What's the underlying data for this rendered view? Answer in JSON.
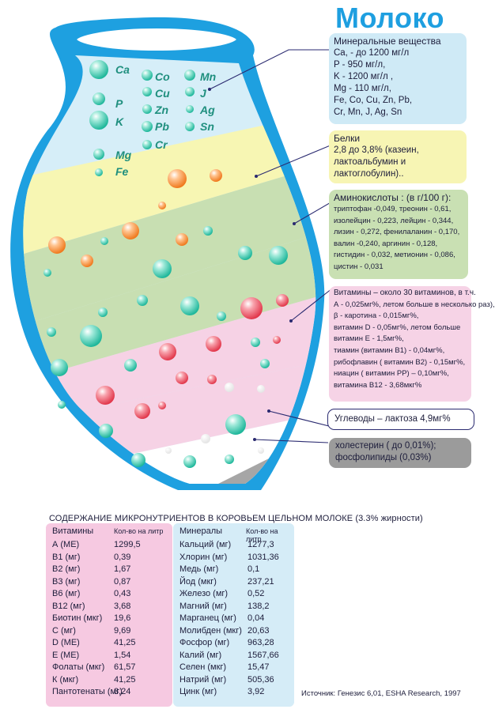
{
  "title": "Молоко",
  "elements": [
    "Ca",
    "P",
    "K",
    "Mg",
    "Fe",
    "Co",
    "Cu",
    "Zn",
    "Pb",
    "Cr",
    "Mn",
    "J",
    "Ag",
    "Sn"
  ],
  "boxes": {
    "minerals": {
      "head": "Минеральные вещества",
      "lines": [
        "Ca, - до 1200 мг/л",
        "P - 950 мг/л,",
        "K - 1200 мг/л ,",
        "Mg - 110 мг/л,",
        "Fe, Co, Cu, Zn, Pb,",
        "Cr, Mn, J, Ag, Sn"
      ]
    },
    "proteins": {
      "head": "Белки",
      "lines": [
        "2,8 до 3,8% (казеин,",
        "лактоальбумин и",
        "лактоглобулин).."
      ]
    },
    "amino": {
      "head": "Аминокислоты : (в г/100 г):",
      "lines": [
        "триптофан -0,049, треонин - 0,61,",
        "изолейцин - 0,223, лейцин - 0,344,",
        "лизин - 0,272, фенилаланин - 0,170,",
        "валин -0,240, аргинин - 0,128,",
        "гистидин - 0,032, метионин - 0,086,",
        "цистин - 0,031"
      ]
    },
    "vitamins": {
      "head": "Витамины – около 30 витаминов, в т.ч.",
      "lines": [
        "А - 0,025мг%, летом больше в несколько раз),",
        "β - каротина - 0,015мг%,",
        "витамин D - 0,05мг%, летом больше",
        "витамин Е - 1,5мг%,",
        "тиамин (витамин В1) - 0,04мг%,",
        "рибофлавин ( витамин В2) - 0,15мг%,",
        "ниацин ( витамин РР) – 0,10мг%,",
        "витамина В12 - 3,68мкг%"
      ]
    },
    "carbs": {
      "text": "Углеводы – лактоза 4,9мг%"
    },
    "fats": {
      "lines": [
        "холестерин ( до 0,01%);",
        "фосфолипиды (0,03%)"
      ]
    }
  },
  "micro_title": "СОДЕРЖАНИЕ МИКРОНУТРИЕНТОВ В КОРОВЬЕМ ЦЕЛЬНОМ МОЛОКЕ (3.3% жирности)",
  "vitamins_table": {
    "header": [
      "Витамины",
      "Кол-во на литр"
    ],
    "rows": [
      [
        "А (МЕ)",
        "1299,5"
      ],
      [
        "В1 (мг)",
        "0,39"
      ],
      [
        "В2 (мг)",
        "1,67"
      ],
      [
        "В3 (мг)",
        "0,87"
      ],
      [
        "В6 (мг)",
        "0,43"
      ],
      [
        "В12 (мг)",
        "3,68"
      ],
      [
        "Биотин (мкг)",
        "19,6"
      ],
      [
        "С (мг)",
        "9,69"
      ],
      [
        "D (МЕ)",
        "41,25"
      ],
      [
        "Е (МЕ)",
        "1,54"
      ],
      [
        "Фолаты (мкг)",
        "61,57"
      ],
      [
        "К (мкг)",
        "41,25"
      ],
      [
        "Пантотенаты (мг)",
        "3,24"
      ]
    ]
  },
  "minerals_table": {
    "header": [
      "Минералы",
      "Кол-во на литр"
    ],
    "rows": [
      [
        "Кальций (мг)",
        "1277,3"
      ],
      [
        "Хлорин (мг)",
        "1031,36"
      ],
      [
        "Медь (мг)",
        "0,1"
      ],
      [
        "Йод (мкг)",
        "237,21"
      ],
      [
        "Железо (мг)",
        "0,52"
      ],
      [
        "Магний (мг)",
        "138,2"
      ],
      [
        "Марганец (мг)",
        "0,04"
      ],
      [
        "Молибден (мкг)",
        "20,63"
      ],
      [
        "Фосфор (мг)",
        "963,28"
      ],
      [
        "Калий (мг)",
        "1567,66"
      ],
      [
        "Селен (мкг)",
        "15,47"
      ],
      [
        "Натрий (мг)",
        "505,36"
      ],
      [
        "Цинк (мг)",
        "3,92"
      ]
    ]
  },
  "source": "Источник: Генезис 6,01, ESHA Research, 1997",
  "colors": {
    "title": "#1e9fe0",
    "minerals_box": "#cfeaf6",
    "proteins_box": "#f7f5b4",
    "amino_box": "#c9e0b3",
    "vitamins_box": "#f6d3e6",
    "fats_box": "#9b9b9b",
    "jug_outline": "#1ea0e0",
    "vitamin_panel": "#f6c9e1",
    "mineral_panel": "#d5ecf7"
  }
}
